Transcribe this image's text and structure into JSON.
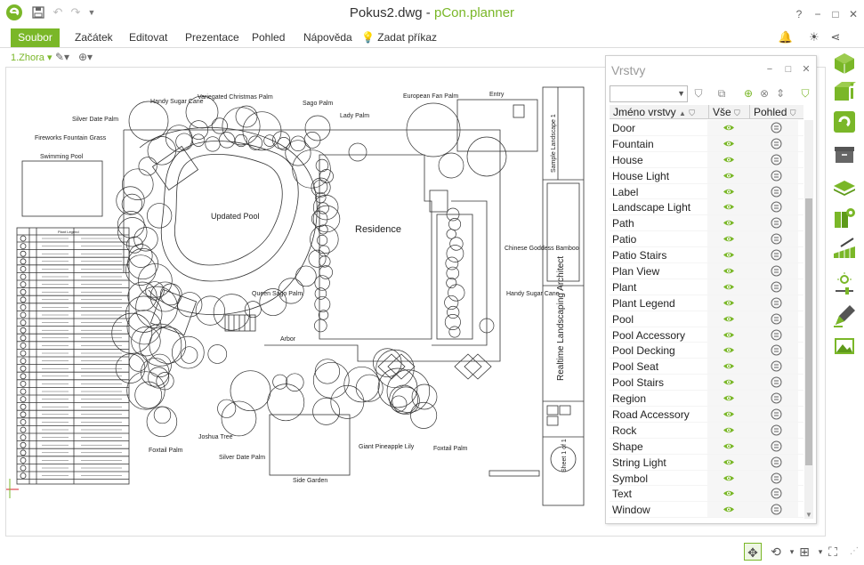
{
  "window": {
    "file_name": "Pokus2.dwg",
    "separator": " - ",
    "app_name": "pCon.planner",
    "help": "?",
    "minimize": "−",
    "maximize": "□",
    "close": "✕"
  },
  "ribbon": {
    "tabs": [
      {
        "label": "Soubor",
        "active": true
      },
      {
        "label": "Začátek"
      },
      {
        "label": "Editovat"
      },
      {
        "label": "Prezentace"
      },
      {
        "label": "Pohled"
      },
      {
        "label": "Nápověda"
      }
    ],
    "search_label": "Zadat příkaz"
  },
  "view": {
    "name": "1.Zhora"
  },
  "drawing_labels": {
    "handy_sugar_cane": "Handy Sugar Cane",
    "variegated": "Variegated Christmas Palm",
    "sago": "Sago Palm",
    "lady": "Lady Palm",
    "silver_date": "Silver Date Palm",
    "fireworks": "Fireworks Fountain Grass",
    "swimming": "Swimming Pool",
    "european": "European Fan Palm",
    "entry": "Entry",
    "updated_pool": "Updated Pool",
    "residence": "Residence",
    "queen_sago": "Queen Sago Palm",
    "chinese": "Chinese Goddess Bamboo",
    "handy2": "Handy Sugar Cane",
    "foxtail1": "Foxtail Palm",
    "joshua": "Joshua Tree",
    "silver2": "Silver Date Palm",
    "arbor": "Arbor",
    "giant": "Giant Pineapple Lily",
    "foxtail2": "Foxtail Palm",
    "side_garden": "Side Garden",
    "plant_legend": "Plant Legend",
    "sample_landscape": "Sample Landscape 1",
    "realtime": "Realtime Landscaping Architect",
    "sheet": "Sheet 1 of 1"
  },
  "layers_panel": {
    "title": "Vrstvy",
    "col_name": "Jméno vrstvy",
    "col_all": "Vše",
    "col_view": "Pohled",
    "layers": [
      "Door",
      "Fountain",
      "House",
      "House Light",
      "Label",
      "Landscape Light",
      "Path",
      "Patio",
      "Patio Stairs",
      "Plan View",
      "Plant",
      "Plant Legend",
      "Pool",
      "Pool Accessory",
      "Pool Decking",
      "Pool Seat",
      "Pool Stairs",
      "Region",
      "Road Accessory",
      "Rock",
      "Shape",
      "String Light",
      "Symbol",
      "Text",
      "Window"
    ]
  },
  "colors": {
    "accent": "#7ab728",
    "eye": "#7ab728"
  }
}
